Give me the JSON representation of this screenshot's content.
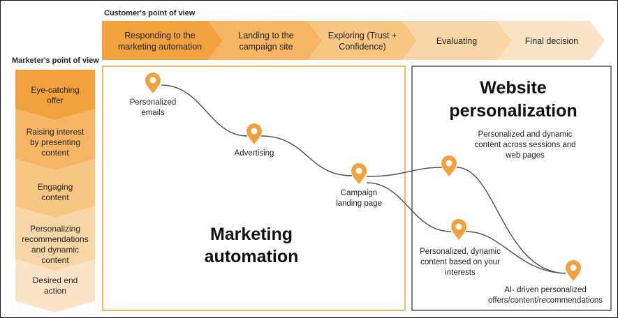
{
  "customer_heading": "Customer's point of view",
  "marketer_heading": "Marketer's  point of view",
  "customer_stages": [
    {
      "label": "Responding to the marketing automation",
      "line1": "Responding to the",
      "line2": "marketing automation",
      "color": "#F2A23C"
    },
    {
      "label": "Landing to the campaign site",
      "line1": "Landing to the",
      "line2": "campaign site",
      "color": "#F5B562"
    },
    {
      "label": "Exploring (Trust + Confidence)",
      "line1": "Exploring (Trust +",
      "line2": "Confidence)",
      "color": "#F7C682"
    },
    {
      "label": "Evaluating",
      "line1": "Evaluating",
      "line2": "",
      "color": "#F9D6A6"
    },
    {
      "label": "Final decision",
      "line1": "Final decision",
      "line2": "",
      "color": "#FBE4C6"
    }
  ],
  "marketer_stages": [
    {
      "label": "Eye-catching offer",
      "lines": [
        "Eye-catching",
        "offer"
      ],
      "color": "#F2A23C"
    },
    {
      "label": "Raising interest by presenting content",
      "lines": [
        "Raising interest",
        "by presenting",
        "content"
      ],
      "color": "#F5B562"
    },
    {
      "label": "Engaging content",
      "lines": [
        "Engaging",
        "content"
      ],
      "color": "#F7C682"
    },
    {
      "label": "Personalizing recommendations and dynamic content",
      "lines": [
        "Personalizing",
        "recommendations",
        "and dynamic",
        "content"
      ],
      "color": "#F9D6A6"
    },
    {
      "label": "Desired end action",
      "lines": [
        "Desired end",
        "action"
      ],
      "color": "#FBE4C6"
    }
  ],
  "marketing_automation": {
    "title_line1": "Marketing",
    "title_line2": "automation",
    "border_color": "#F2A23C"
  },
  "website_personalization": {
    "title_line1": "Website",
    "title_line2": "personalization",
    "border_color": "#555555"
  },
  "pins": [
    {
      "id": "personalized-emails",
      "lines": [
        "Personalized",
        "emails"
      ]
    },
    {
      "id": "advertising",
      "lines": [
        "Advertising"
      ]
    },
    {
      "id": "campaign-landing-page",
      "lines": [
        "Campaign",
        "landing page"
      ]
    },
    {
      "id": "dynamic-content-sessions",
      "lines": [
        "Personalized and dynamic",
        "content across sessions and",
        "web pages"
      ]
    },
    {
      "id": "dynamic-content-interests",
      "lines": [
        "Personalized, dynamic",
        "content based on your",
        "interests"
      ]
    },
    {
      "id": "ai-driven-offers",
      "lines": [
        "AI- driven personalized",
        "offers/content/recommendations"
      ]
    }
  ],
  "colors": {
    "pin": "#F2A23C",
    "path": "#555555"
  }
}
